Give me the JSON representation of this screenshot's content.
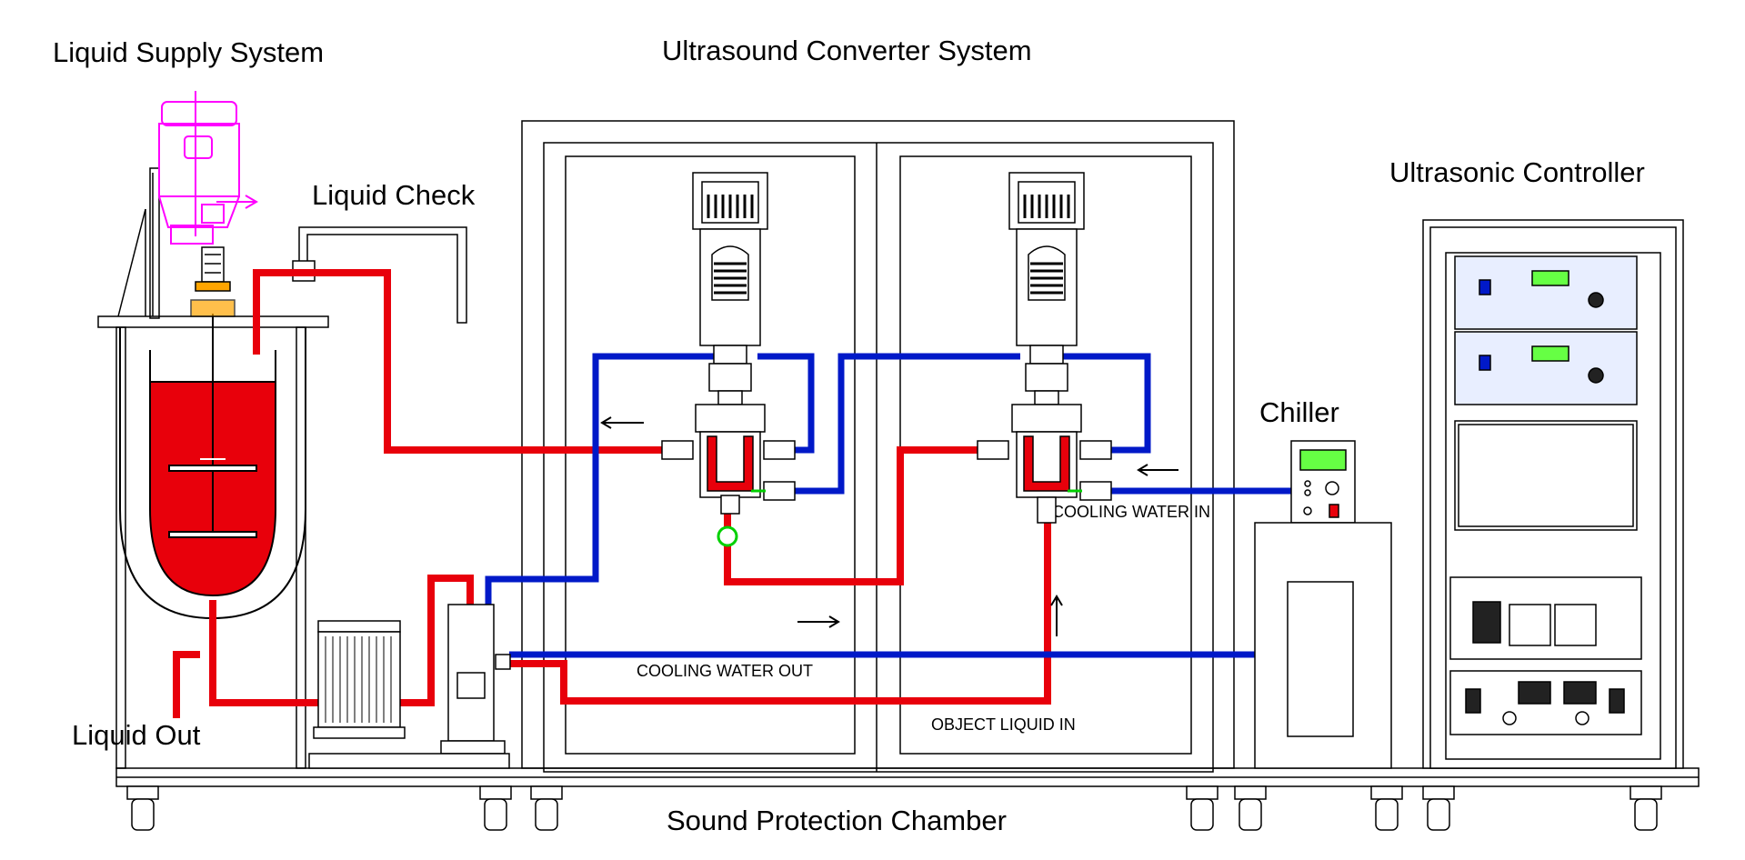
{
  "labels": {
    "liquid_supply_system": "Liquid Supply System",
    "ultrasound_converter_system": "Ultrasound Converter System",
    "ultrasonic_controller": "Ultrasonic Controller",
    "liquid_check": "Liquid Check",
    "chiller": "Chiller",
    "liquid_out": "Liquid Out",
    "sound_protection_chamber": "Sound Protection Chamber",
    "cooling_water_in": "COOLING WATER IN",
    "cooling_water_out": "COOLING WATER OUT",
    "object_liquid_in": "OBJECT LIQUID IN"
  },
  "colors": {
    "liquid_line": "#e8000b",
    "cooling_line": "#0019c8",
    "motor_outline": "#ff00ff",
    "fitting_green": "#00d000",
    "display_green": "#66ff44"
  }
}
